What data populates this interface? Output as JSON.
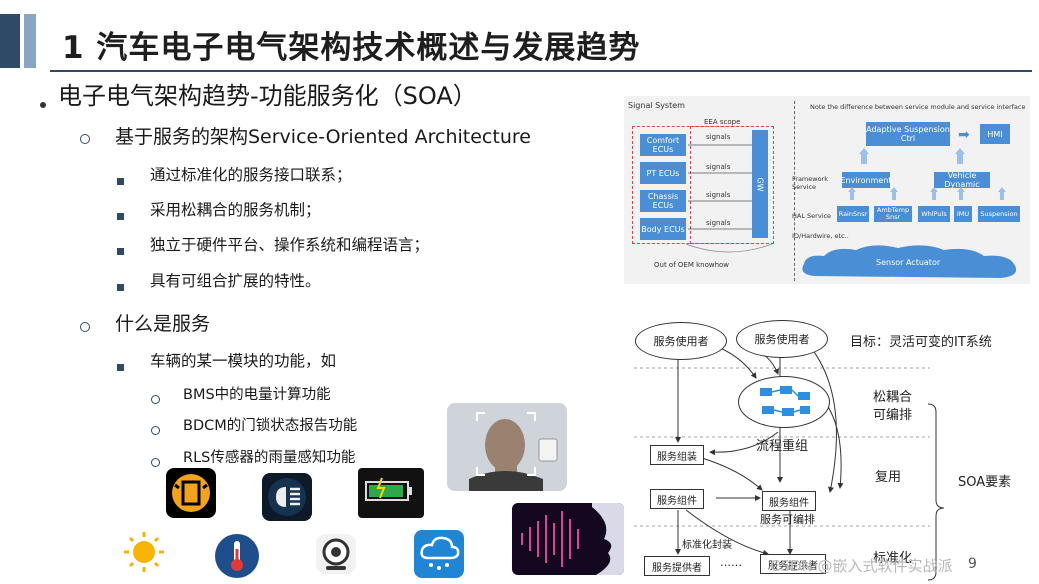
{
  "header": {
    "title": "1 汽车电子电气架构技术概述与发展趋势"
  },
  "content": {
    "l1": "电子电气架构趋势-功能服务化（SOA）",
    "sec1": {
      "title": "基于服务的架构Service-Oriented Architecture",
      "items": [
        "通过标准化的服务接口联系；",
        "采用松耦合的服务机制；",
        "独立于硬件平台、操作系统和编程语言；",
        "具有可组合扩展的特性。"
      ]
    },
    "sec2": {
      "title": "什么是服务",
      "item": "车辆的某一模块的功能，如",
      "sub": [
        "BMS中的电量计算功能",
        "BDCM的门锁状态报告功能",
        "RLS传感器的雨量感知功能"
      ]
    }
  },
  "signal_diagram": {
    "title": "Signal System",
    "note": "Note the difference between service module and service interface",
    "eea_scope": "EEA scope",
    "ecus": [
      "Comfort ECUs",
      "PT ECUs",
      "Chassis ECUs",
      "Body ECUs"
    ],
    "signals_label": "signals",
    "gw": "GW",
    "out_of_oem": "Out of OEM knowhow",
    "adaptive": "Adaptive Suspension Ctrl",
    "hmi": "HMI",
    "framework_service": "Framework Service",
    "environment": "Environment",
    "vehicle_dynamic": "Vehicle Dynamic",
    "hal_service": "HAL Service",
    "hal_items": [
      "RainSnsr",
      "AmbTemp Snsr",
      "WhlPuls",
      "IMU",
      "Suspension"
    ],
    "io_hw": "IO/Hardwire, etc..",
    "sensor_actuator": "Sensor Actuator"
  },
  "soa_diagram": {
    "user1": "服务使用者",
    "user2": "服务使用者",
    "goal": "目标：灵活可变的IT系统",
    "loose": "松耦合",
    "orchestrate": "可编排",
    "process": "流程重组",
    "assemble": "服务组装",
    "reuse": "复用",
    "soa": "SOA要素",
    "component1": "服务组件",
    "component2": "服务组件",
    "orchestrable": "服务可编排",
    "std_pack": "标准化封装",
    "standardize": "标准化",
    "provider1": "服务提供者",
    "provider2": "服务提供者",
    "dots": "……"
  },
  "watermark": "CSDN @嵌入式软件实战派",
  "page_number": "9",
  "colors": {
    "accent": "#2e4a66",
    "box_blue": "#4a8fd6"
  },
  "icons": [
    "face-recognition-icon",
    "car-door-icon",
    "headlight-icon",
    "battery-icon",
    "sun-icon",
    "thermometer-icon",
    "camera-icon",
    "rain-cloud-icon",
    "voice-wave-icon"
  ]
}
